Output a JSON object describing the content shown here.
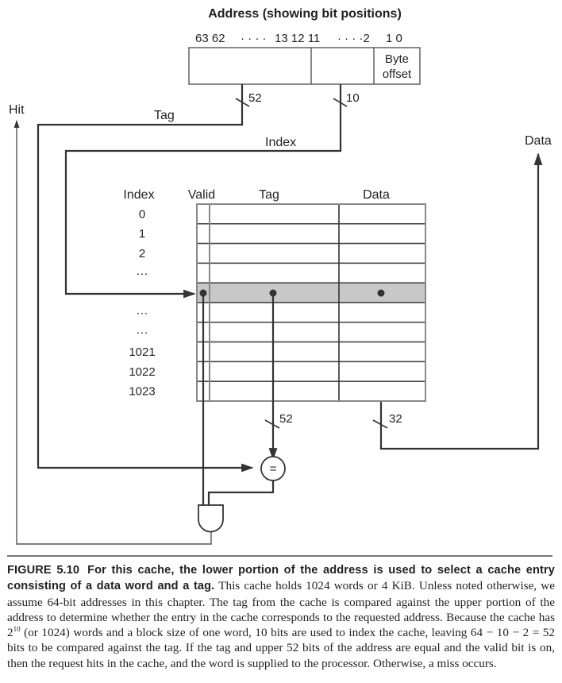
{
  "address": {
    "title": "Address (showing bit positions)",
    "bits_left": "63 62",
    "dots_left": "· · · ·",
    "bits_mid": "13 12 11",
    "dots_right": "· · · ·2",
    "bits_right": "1 0",
    "byte_offset_line1": "Byte",
    "byte_offset_line2": "offset"
  },
  "wires": {
    "tag_width": "52",
    "index_width": "10",
    "tag_label": "Tag",
    "index_label": "Index",
    "hit_label": "Hit",
    "data_label": "Data",
    "tag_out_width": "52",
    "data_out_width": "32",
    "compare_symbol": "="
  },
  "cache_table": {
    "headers": {
      "index": "Index",
      "valid": "Valid",
      "tag": "Tag",
      "data": "Data"
    },
    "rows": [
      {
        "index": "0",
        "selected": false
      },
      {
        "index": "1",
        "selected": false
      },
      {
        "index": "2",
        "selected": false
      },
      {
        "index": "···",
        "selected": false
      },
      {
        "index": "",
        "selected": true
      },
      {
        "index": "···",
        "selected": false
      },
      {
        "index": "···",
        "selected": false
      },
      {
        "index": "1021",
        "selected": false
      },
      {
        "index": "1022",
        "selected": false
      },
      {
        "index": "1023",
        "selected": false
      }
    ],
    "selected_row_color": "#c8c8c8"
  },
  "caption": {
    "figure_number": "FIGURE 5.10",
    "bold_text": "For this cache, the lower portion of the address is used to select a cache entry consisting of a data word and a tag.",
    "body_part1": " This cache holds 1024 words or 4 KiB. Unless noted otherwise, we assume 64-bit addresses in this chapter. The tag from the cache is compared against the upper portion of the address to determine whether the entry in the cache corresponds to the requested address. Because the cache has 2",
    "body_sup": "10",
    "body_part2": " (or 1024) words and a block size of one word, 10 bits are used to index the cache, leaving 64 − 10 − 2 = 52 bits to be compared against the tag. If the tag and upper 52 bits of the address are equal and the valid bit is on, then the request hits in the cache, and the word is supplied to the processor. Otherwise, a miss occurs."
  }
}
